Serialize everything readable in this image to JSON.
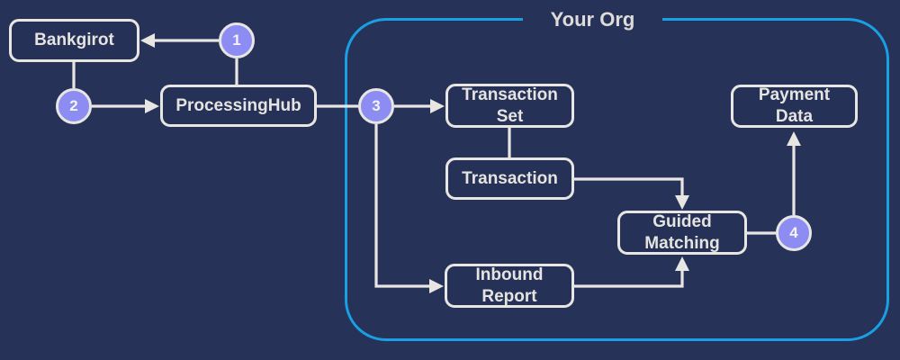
{
  "diagram_title": "Your Org",
  "colors": {
    "background": "#263257",
    "node_fill": "#253156",
    "node_border": "#e8e6e2",
    "edge": "#e8e6e2",
    "label_text": "#e6e4e0",
    "badge_fill": "#8c8cf2",
    "badge_border": "#e8e6e2",
    "badge_text": "#f5f4f2",
    "org_border": "#18a0e2",
    "title_text": "#dedcd8"
  },
  "org_group": {
    "title": "Your Org"
  },
  "nodes": {
    "bankgirot": {
      "label": "Bankgirot"
    },
    "processing_hub": {
      "label": "ProcessingHub"
    },
    "transaction_set": {
      "label": "Transaction\nSet"
    },
    "transaction": {
      "label": "Transaction"
    },
    "inbound_report": {
      "label": "Inbound\nReport"
    },
    "guided_matching": {
      "label": "Guided\nMatching"
    },
    "payment_data": {
      "label": "Payment\nData"
    }
  },
  "badges": [
    {
      "label": "1"
    },
    {
      "label": "2"
    },
    {
      "label": "3"
    },
    {
      "label": "4"
    }
  ],
  "edges": [
    {
      "from": "step-1",
      "to": "bankgirot",
      "arrow": true
    },
    {
      "from": "step-1",
      "to": "processing_hub",
      "arrow": false
    },
    {
      "from": "bankgirot",
      "to": "step-2",
      "arrow": false
    },
    {
      "from": "step-2",
      "to": "processing_hub",
      "arrow": true
    },
    {
      "from": "processing_hub",
      "to": "step-3",
      "arrow": false
    },
    {
      "from": "step-3",
      "to": "transaction_set",
      "arrow": true
    },
    {
      "from": "step-3",
      "to": "inbound_report",
      "arrow": true
    },
    {
      "from": "transaction_set",
      "to": "transaction",
      "arrow": false
    },
    {
      "from": "transaction",
      "to": "guided_matching",
      "arrow": true
    },
    {
      "from": "inbound_report",
      "to": "guided_matching",
      "arrow": true
    },
    {
      "from": "guided_matching",
      "to": "step-4",
      "arrow": false
    },
    {
      "from": "step-4",
      "to": "payment_data",
      "arrow": true
    }
  ]
}
